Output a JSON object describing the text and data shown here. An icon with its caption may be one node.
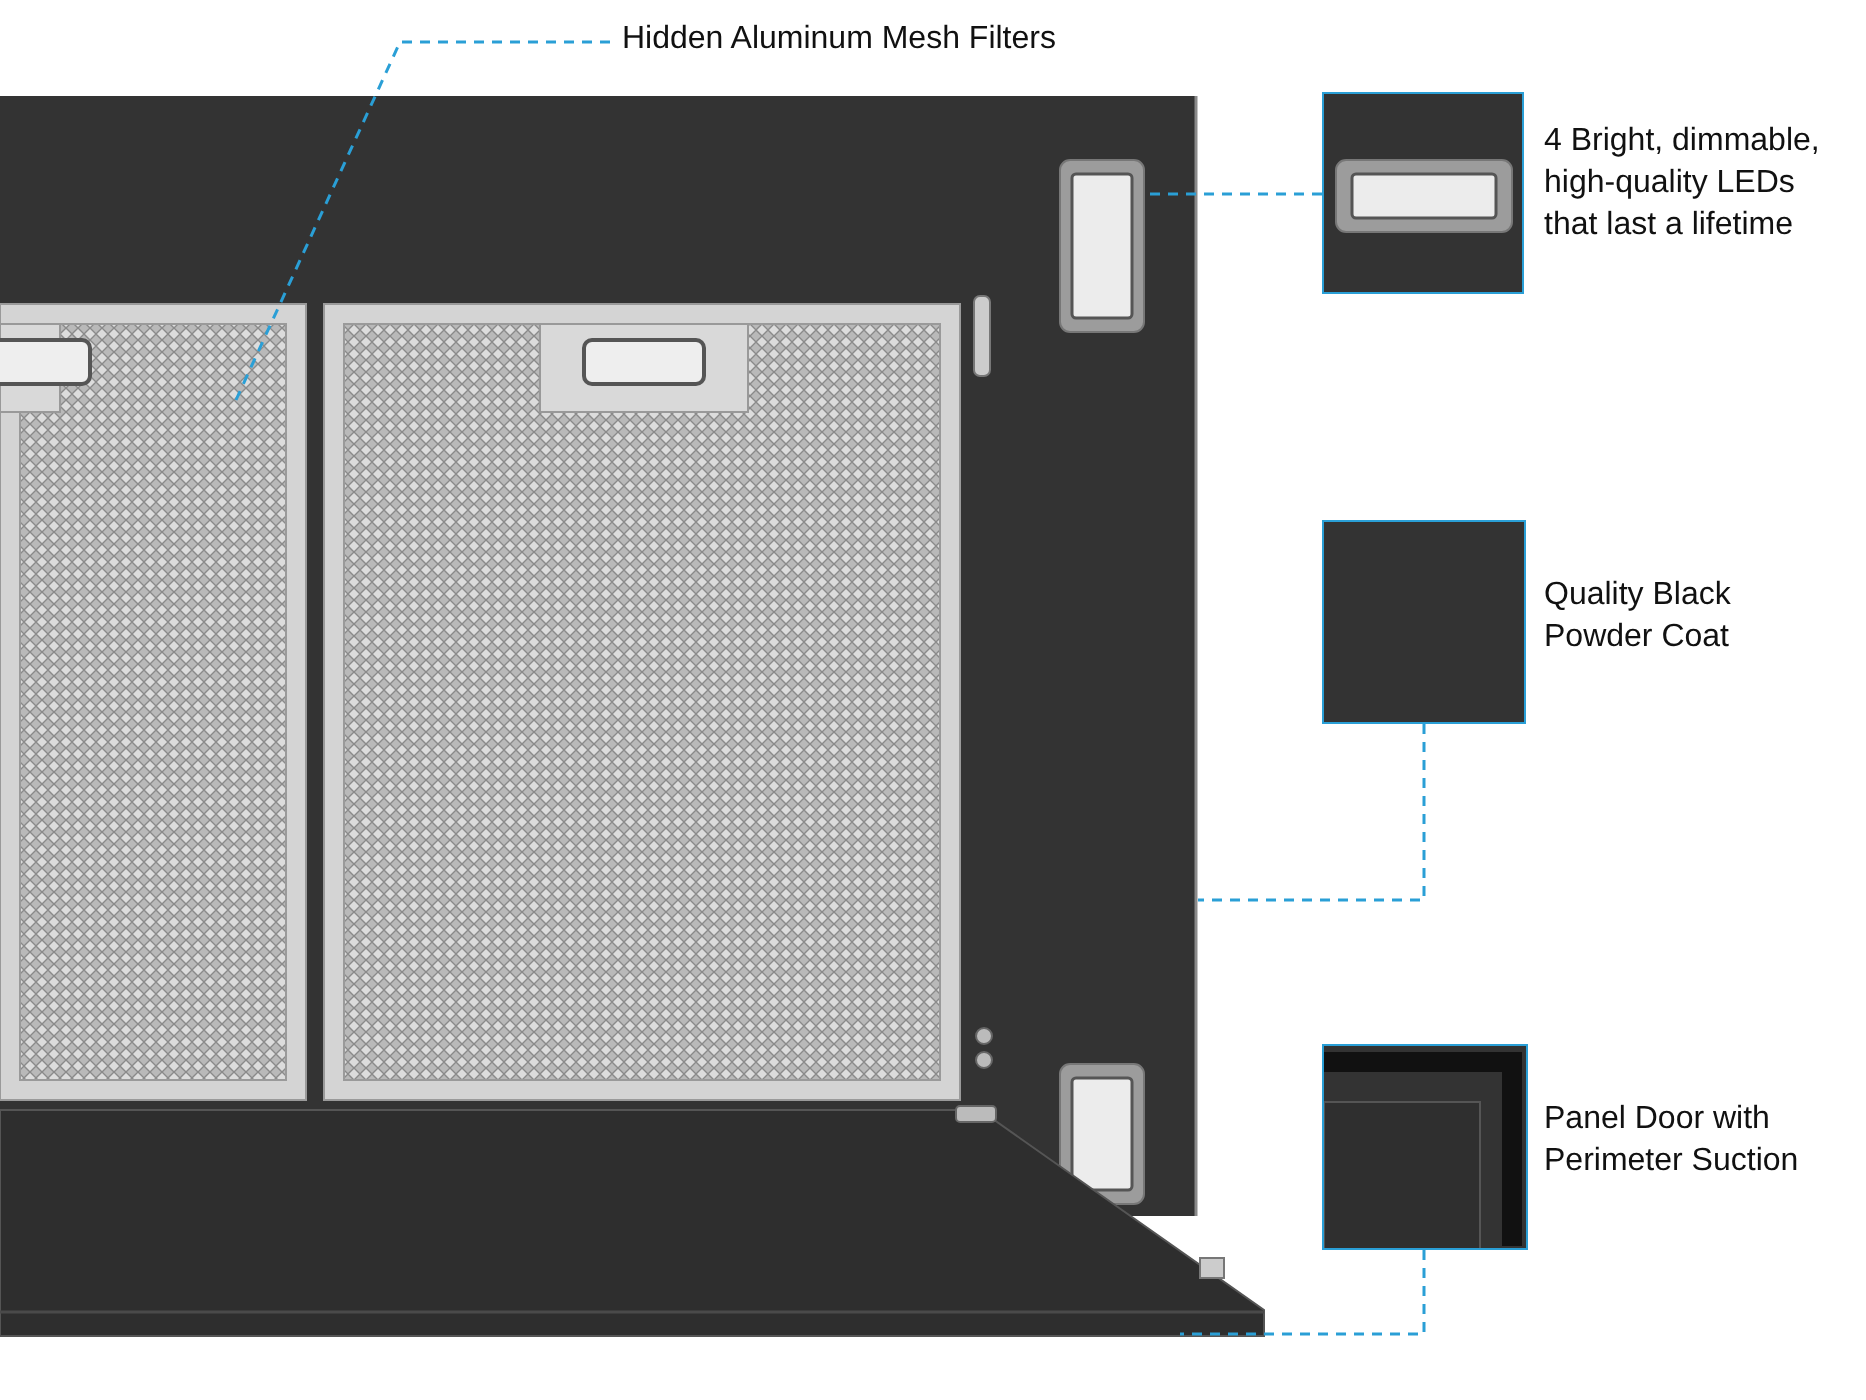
{
  "diagram": {
    "nodes": [
      {
        "text": [
          "Hidden Aluminum Mesh Filters"
        ]
      },
      {
        "text": [],
        "shape": "picture"
      },
      {
        "text": [],
        "shape": "picture",
        "in": 1
      },
      {
        "text": [],
        "shape": "picture",
        "in": 1
      },
      {
        "text": [],
        "shape": "picture"
      },
      {
        "text": [],
        "shape": "picture",
        "beside": [
          "4 Bright, dimmable, high-quality LEDs that last a lifetime"
        ]
      },
      {
        "text": [],
        "shape": "box",
        "beside": [
          "Quality Black Powder Coat"
        ]
      },
      {
        "text": [],
        "shape": "picture",
        "beside": [
          "Panel Door with Perimeter Suction"
        ]
      }
    ],
    "edges": [
      {
        "from": 0,
        "to": 2,
        "arrow": "none",
        "style": "dashed"
      },
      {
        "from": 5,
        "to": 3,
        "arrow": "none",
        "style": "dashed"
      },
      {
        "from": 6,
        "to": 1,
        "arrow": "none",
        "style": "dashed"
      },
      {
        "from": 7,
        "to": 4,
        "arrow": "none",
        "style": "dashed"
      }
    ]
  }
}
